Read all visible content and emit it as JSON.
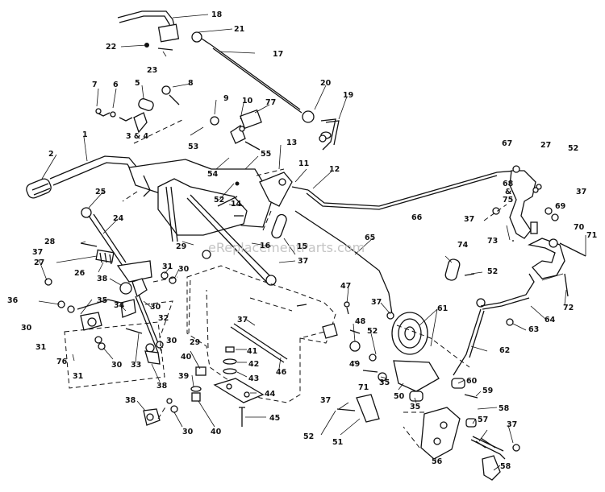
{
  "watermark": "eReplacementParts.com",
  "labels": [
    {
      "id": "l18",
      "text": "18"
    },
    {
      "id": "l21",
      "text": "21"
    },
    {
      "id": "l22",
      "text": "22"
    },
    {
      "id": "l23",
      "text": "23"
    },
    {
      "id": "l17",
      "text": "17"
    },
    {
      "id": "l7",
      "text": "7"
    },
    {
      "id": "l6",
      "text": "6"
    },
    {
      "id": "l5",
      "text": "5"
    },
    {
      "id": "l8",
      "text": "8"
    },
    {
      "id": "l9",
      "text": "9"
    },
    {
      "id": "l10",
      "text": "10"
    },
    {
      "id": "l77",
      "text": "77"
    },
    {
      "id": "l20",
      "text": "20"
    },
    {
      "id": "l19",
      "text": "19"
    },
    {
      "id": "l34a",
      "text": "3 & 4"
    },
    {
      "id": "l53",
      "text": "53"
    },
    {
      "id": "l1",
      "text": "1"
    },
    {
      "id": "l54",
      "text": "54"
    },
    {
      "id": "l55",
      "text": "55"
    },
    {
      "id": "l13",
      "text": "13"
    },
    {
      "id": "l11",
      "text": "11"
    },
    {
      "id": "l12",
      "text": "12"
    },
    {
      "id": "l2",
      "text": "2"
    },
    {
      "id": "l67",
      "text": "67"
    },
    {
      "id": "l27a",
      "text": "27"
    },
    {
      "id": "l52a",
      "text": "52"
    },
    {
      "id": "l68",
      "text": "68"
    },
    {
      "id": "l68b",
      "text": "&"
    },
    {
      "id": "l75",
      "text": "75"
    },
    {
      "id": "l37a",
      "text": "37"
    },
    {
      "id": "l52b",
      "text": "52"
    },
    {
      "id": "l14",
      "text": "14"
    },
    {
      "id": "l25",
      "text": "25"
    },
    {
      "id": "l66",
      "text": "66"
    },
    {
      "id": "l37b",
      "text": "37"
    },
    {
      "id": "l69",
      "text": "69"
    },
    {
      "id": "l70",
      "text": "70"
    },
    {
      "id": "l24",
      "text": "24"
    },
    {
      "id": "l65",
      "text": "65"
    },
    {
      "id": "l71a",
      "text": "71"
    },
    {
      "id": "l73",
      "text": "73"
    },
    {
      "id": "l15",
      "text": "15"
    },
    {
      "id": "l28",
      "text": "28"
    },
    {
      "id": "l29",
      "text": "29"
    },
    {
      "id": "l16",
      "text": "16"
    },
    {
      "id": "l37c",
      "text": "37"
    },
    {
      "id": "l74",
      "text": "74"
    },
    {
      "id": "l37d",
      "text": "37"
    },
    {
      "id": "l27b",
      "text": "27"
    },
    {
      "id": "l26",
      "text": "26"
    },
    {
      "id": "l31a",
      "text": "31"
    },
    {
      "id": "l30a",
      "text": "30"
    },
    {
      "id": "l52c",
      "text": "52"
    },
    {
      "id": "l38a",
      "text": "38"
    },
    {
      "id": "l72",
      "text": "72"
    },
    {
      "id": "l47",
      "text": "47"
    },
    {
      "id": "l36",
      "text": "36"
    },
    {
      "id": "l35a",
      "text": "35"
    },
    {
      "id": "l34",
      "text": "34"
    },
    {
      "id": "l30b",
      "text": "30"
    },
    {
      "id": "l37e",
      "text": "37"
    },
    {
      "id": "l61",
      "text": "61"
    },
    {
      "id": "l64",
      "text": "64"
    },
    {
      "id": "l30c",
      "text": "30"
    },
    {
      "id": "l32",
      "text": "32"
    },
    {
      "id": "l63",
      "text": "63"
    },
    {
      "id": "l48",
      "text": "48"
    },
    {
      "id": "l52d",
      "text": "52"
    },
    {
      "id": "l31b",
      "text": "31"
    },
    {
      "id": "l37f",
      "text": "37"
    },
    {
      "id": "l30d",
      "text": "30"
    },
    {
      "id": "l62",
      "text": "62"
    },
    {
      "id": "l76",
      "text": "76"
    },
    {
      "id": "l41",
      "text": "41"
    },
    {
      "id": "l46",
      "text": "46"
    },
    {
      "id": "l30e",
      "text": "30"
    },
    {
      "id": "l33",
      "text": "33"
    },
    {
      "id": "l42",
      "text": "42"
    },
    {
      "id": "l49",
      "text": "49"
    },
    {
      "id": "l31c",
      "text": "31"
    },
    {
      "id": "l29b",
      "text": "29"
    },
    {
      "id": "l43",
      "text": "43"
    },
    {
      "id": "l35b",
      "text": "35"
    },
    {
      "id": "l40a",
      "text": "40"
    },
    {
      "id": "l38b",
      "text": "38"
    },
    {
      "id": "l60",
      "text": "60"
    },
    {
      "id": "l39",
      "text": "39"
    },
    {
      "id": "l71b",
      "text": "71"
    },
    {
      "id": "l50",
      "text": "50"
    },
    {
      "id": "l44",
      "text": "44"
    },
    {
      "id": "l59",
      "text": "59"
    },
    {
      "id": "l37g",
      "text": "37"
    },
    {
      "id": "l38c",
      "text": "38"
    },
    {
      "id": "l35c",
      "text": "35"
    },
    {
      "id": "l58a",
      "text": "58"
    },
    {
      "id": "l30f",
      "text": "30"
    },
    {
      "id": "l40b",
      "text": "40"
    },
    {
      "id": "l57",
      "text": "57"
    },
    {
      "id": "l45",
      "text": "45"
    },
    {
      "id": "l37h",
      "text": "37"
    },
    {
      "id": "l52e",
      "text": "52"
    },
    {
      "id": "l51",
      "text": "51"
    },
    {
      "id": "l56",
      "text": "56"
    },
    {
      "id": "l58b",
      "text": "58"
    }
  ]
}
